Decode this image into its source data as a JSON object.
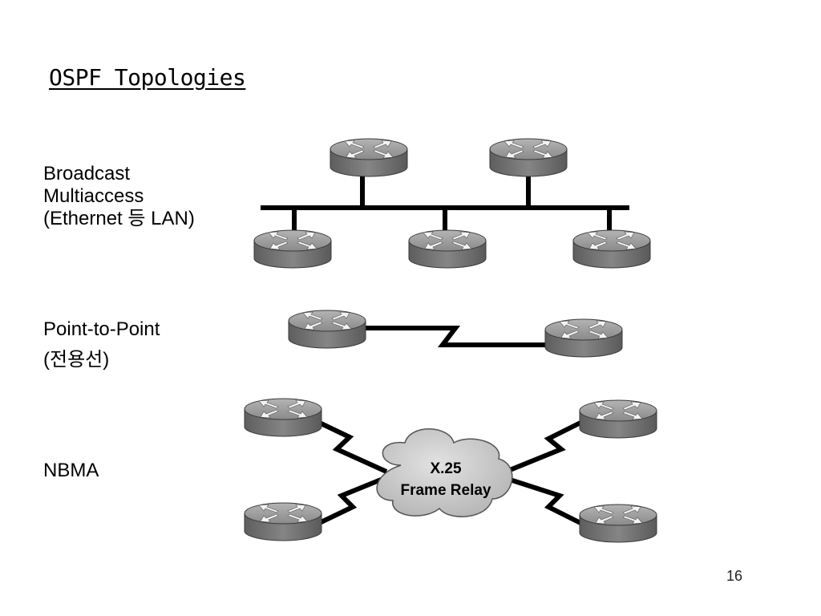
{
  "slide": {
    "title": "OSPF Topologies",
    "page_number": "16"
  },
  "sections": {
    "broadcast": {
      "line1": "Broadcast",
      "line2": "Multiaccess",
      "line3": "(Ethernet 등 LAN)"
    },
    "point_to_point": {
      "line1": "Point-to-Point",
      "line2": "(전용선)"
    },
    "nbma": {
      "line1": "NBMA",
      "cloud_line1": "X.25",
      "cloud_line2": "Frame Relay"
    }
  },
  "icons": {
    "router": "router-icon",
    "cloud": "cloud-icon"
  },
  "colors": {
    "router_top": "#9a9a9a",
    "router_side": "#6e6e6e",
    "cloud_fill": "#c8c8c8",
    "link": "#000000"
  }
}
